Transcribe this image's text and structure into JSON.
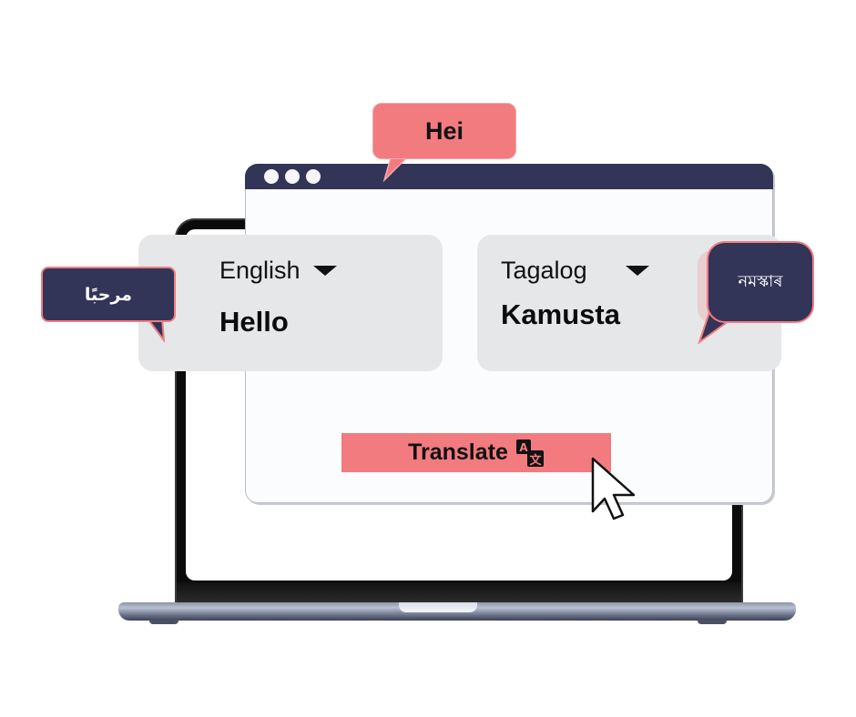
{
  "illustration": {
    "description": "Laptop with translation app window and multilingual speech bubbles"
  },
  "window": {
    "controls": [
      "dot",
      "dot",
      "dot"
    ]
  },
  "source_panel": {
    "language": "English",
    "text": "Hello",
    "dropdown_icon": "caret-down-icon"
  },
  "target_panel": {
    "language": "Tagalog",
    "text": "Kamusta",
    "dropdown_icon": "caret-down-icon"
  },
  "translate_button": {
    "label": "Translate",
    "icon": "translate-icon"
  },
  "bubbles": {
    "top": "Hei",
    "left": "مرحبًا",
    "right": "নমস্কাৰ"
  },
  "colors": {
    "navy": "#323557",
    "coral": "#f27b80",
    "panel": "#e6e7e8",
    "window_bg": "#fbfcfd"
  }
}
